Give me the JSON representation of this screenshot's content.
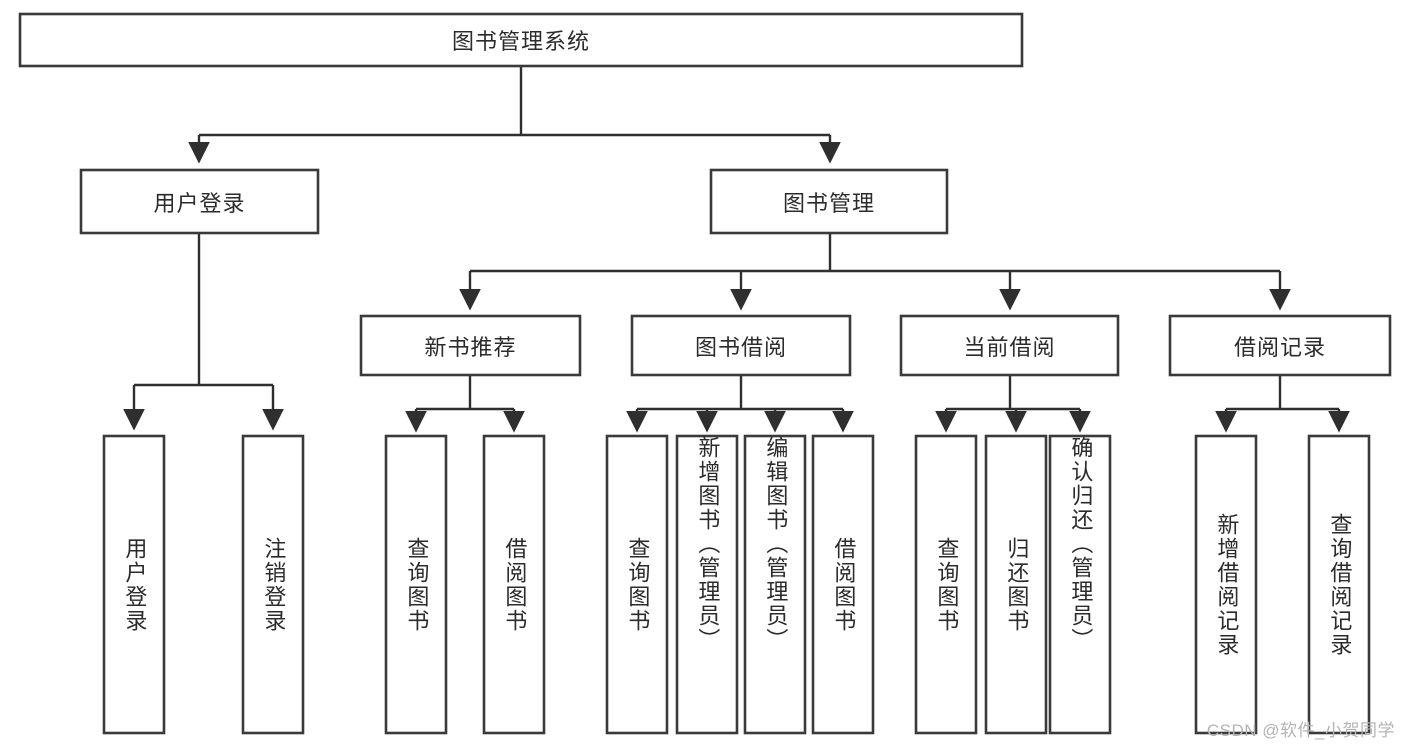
{
  "diagram": {
    "type": "tree-hierarchy",
    "title": "图书管理系统",
    "watermark": "CSDN @软件_小贺同学",
    "colors": {
      "box_stroke": "#3a3a3a",
      "box_fill": "#ffffff",
      "connector": "#2f2f2f",
      "text": "#2b2b2b",
      "background": "#ffffff",
      "watermark": "#b4b4b4"
    },
    "levels": {
      "root": {
        "label": "图书管理系统"
      },
      "level2": [
        {
          "label": "用户登录"
        },
        {
          "label": "图书管理"
        }
      ],
      "level3": [
        {
          "label": "新书推荐"
        },
        {
          "label": "图书借阅"
        },
        {
          "label": "当前借阅"
        },
        {
          "label": "借阅记录"
        }
      ],
      "leaves": {
        "user_login": [
          {
            "label": "用户登录"
          },
          {
            "label": "注销登录"
          }
        ],
        "new_book_recommend": [
          {
            "label": "查询图书"
          },
          {
            "label": "借阅图书"
          }
        ],
        "book_borrow": [
          {
            "label": "查询图书"
          },
          {
            "label": "新增图书（管理员）"
          },
          {
            "label": "编辑图书（管理员）"
          },
          {
            "label": "借阅图书"
          }
        ],
        "current_borrow": [
          {
            "label": "查询图书"
          },
          {
            "label": "归还图书"
          },
          {
            "label": "确认归还（管理员）"
          }
        ],
        "borrow_records": [
          {
            "label": "新增借阅记录"
          },
          {
            "label": "查询借阅记录"
          }
        ]
      }
    }
  }
}
